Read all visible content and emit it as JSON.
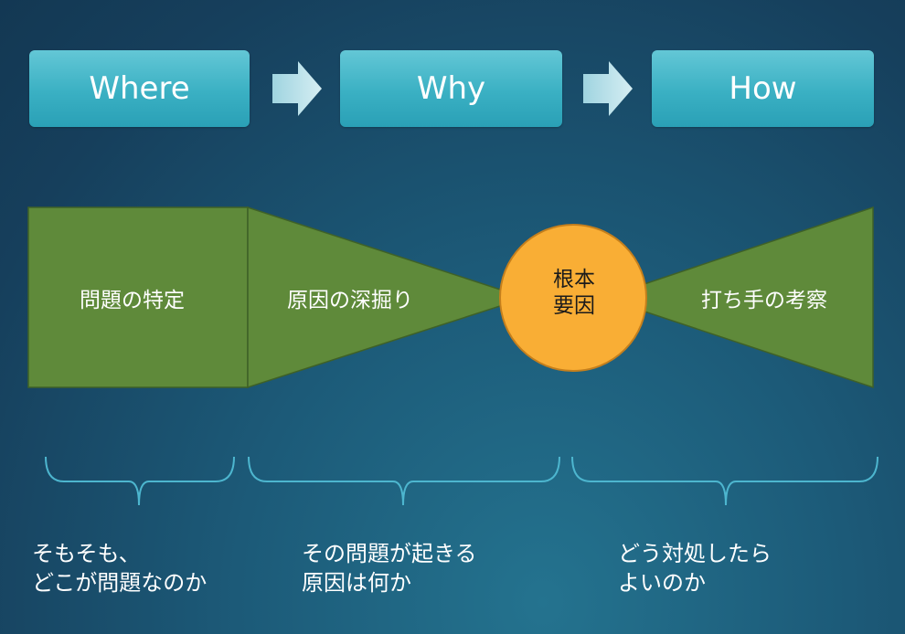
{
  "header": {
    "steps": [
      {
        "label": "Where"
      },
      {
        "label": "Why"
      },
      {
        "label": "How"
      }
    ]
  },
  "phases": {
    "identify": "問題の特定",
    "dig": "原因の深掘り",
    "consider": "打ち手の考察"
  },
  "root_cause": {
    "line1": "根本",
    "line2": "要因"
  },
  "descriptions": [
    {
      "line1": "そもそも、",
      "line2": "どこが問題なのか"
    },
    {
      "line1": "その問題が起きる",
      "line2": "原因は何か"
    },
    {
      "line1": "どう対処したら",
      "line2": "よいのか"
    }
  ],
  "colors": {
    "step_fill": "#3ab0c3",
    "shape_green": "#5f8a3a",
    "root_orange": "#f9ae35",
    "brace": "#4db6cf"
  }
}
